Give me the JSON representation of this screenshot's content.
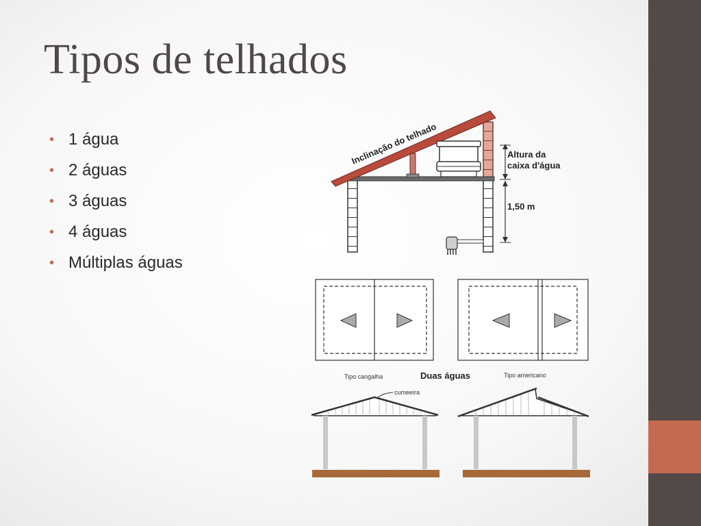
{
  "slide": {
    "title": "Tipos de telhados",
    "bullets": [
      "1 água",
      "2 águas",
      "3 águas",
      "4 águas",
      "Múltiplas águas"
    ]
  },
  "figure_top": {
    "roof_slope_label": "Inclinação do telhado",
    "tank_height_label_line1": "Altura da",
    "tank_height_label_line2": "caixa d'água",
    "height_label": "1,50 m"
  },
  "figure_bottom": {
    "caption": "Duas águas",
    "left_type": "Tipo cangalha",
    "ridge_label": "cumeeira",
    "right_type": "Tipo americano"
  },
  "colors": {
    "band": "#534a48",
    "accent": "#c46a50",
    "roof": "#b94a3c",
    "brick": "#d58e82",
    "ground": "#a8693a"
  }
}
